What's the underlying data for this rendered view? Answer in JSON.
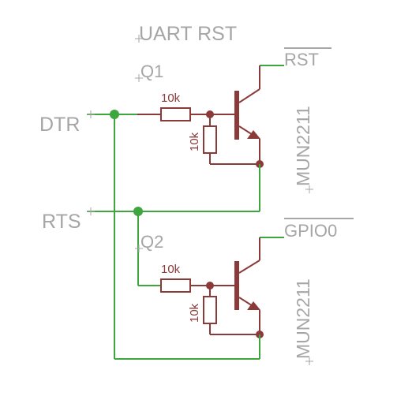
{
  "title": "UART RST",
  "nets": {
    "dtr": "DTR",
    "rts": "RTS",
    "rst": "RST",
    "gpio0": "GPIO0"
  },
  "q1": {
    "ref": "Q1",
    "part": "MUN2211",
    "r1_value": "10k",
    "r2_value": "10k"
  },
  "q2": {
    "ref": "Q2",
    "part": "MUN2211",
    "r1_value": "10k",
    "r2_value": "10k"
  },
  "colors": {
    "wire_net": "#3ea63e",
    "component": "#8b3a3a",
    "label": "#a6a6a6"
  }
}
